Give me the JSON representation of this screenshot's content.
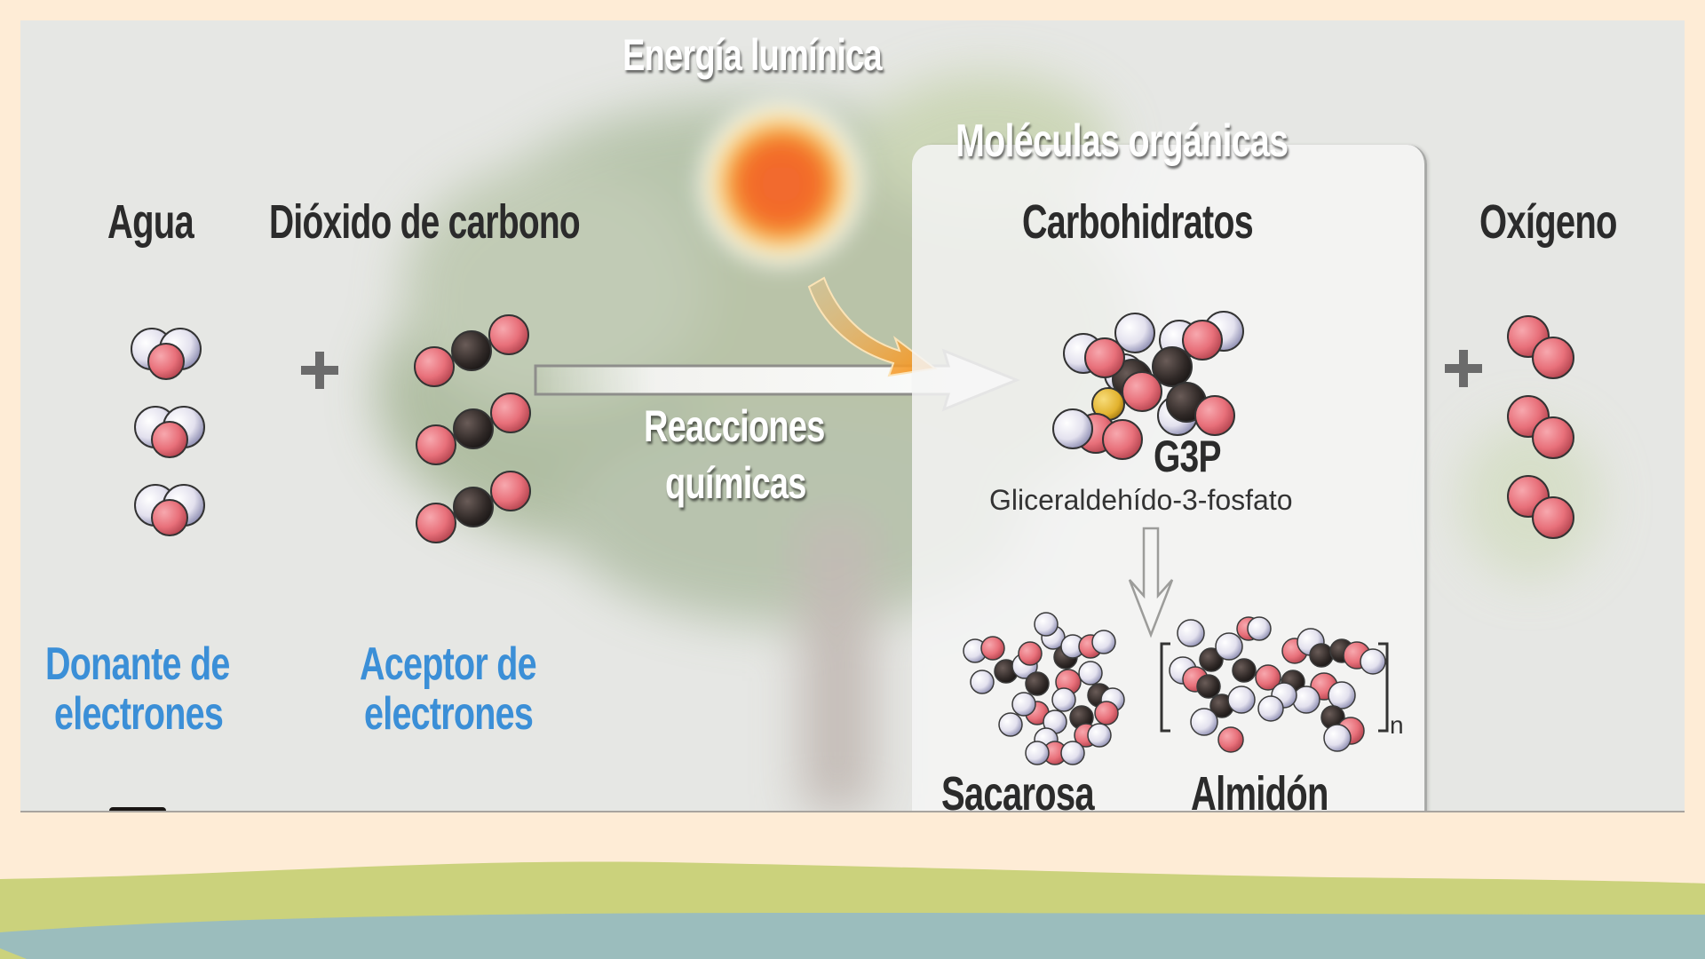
{
  "diagram": {
    "title_energy": "Energía lumínica",
    "reactants": {
      "water": {
        "label": "Agua",
        "role_line1": "Donante de",
        "role_line2": "electrones",
        "count": 3
      },
      "co2": {
        "label": "Dióxido de carbono",
        "role_line1": "Aceptor de",
        "role_line2": "electrones",
        "count": 3
      }
    },
    "plus_symbol": "+",
    "process": {
      "line1": "Reacciones",
      "line2": "químicas"
    },
    "products": {
      "organic_box_title": "Moléculas orgánicas",
      "carbohydrates_label": "Carbohidratos",
      "g3p": {
        "abbrev": "G3P",
        "name": "Gliceraldehído-3-fosfato"
      },
      "sucrose_label": "Sacarosa",
      "starch_label": "Almidón",
      "starch_subscript": "n",
      "oxygen": {
        "label": "Oxígeno",
        "count": 3
      }
    },
    "colors": {
      "page_background": "#feecd6",
      "panel_background": "#e6e7e4",
      "label_dark": "#2b2b2b",
      "label_blue": "#3b8fd7",
      "oxygen_atom": "#e8707a",
      "hydrogen_atom": "#e9e8f2",
      "carbon_atom": "#2f2826",
      "phosphorus_atom": "#e2b22e",
      "sun_core": "#f06a2c",
      "light_arrow": "#f39a1e",
      "wave_green": "#cbd27c",
      "wave_blue": "#9bbdbd"
    }
  }
}
